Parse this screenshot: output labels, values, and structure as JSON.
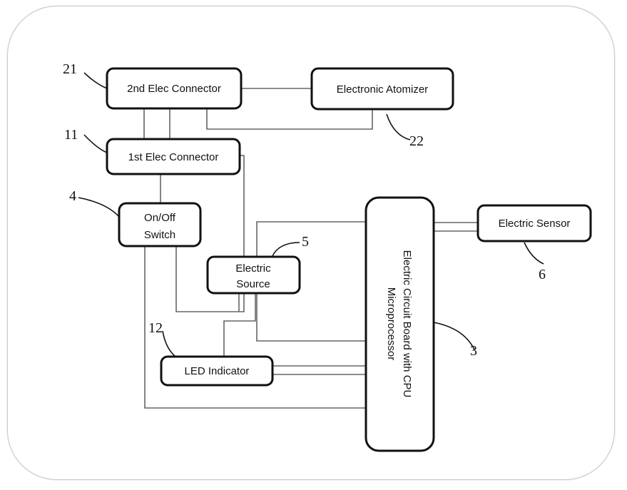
{
  "components": {
    "second_connector": {
      "label": "2nd Elec Connector",
      "ref": "21"
    },
    "electronic_atomizer": {
      "label": "Electronic Atomizer",
      "ref": "22"
    },
    "first_connector": {
      "label": "1st Elec Connector",
      "ref": "11"
    },
    "on_off_switch": {
      "label_line1": "On/Off",
      "label_line2": "Switch",
      "ref": "4"
    },
    "electric_source": {
      "label_line1": "Electric",
      "label_line2": "Source",
      "ref": "5"
    },
    "electric_sensor": {
      "label": "Electric Sensor",
      "ref": "6"
    },
    "circuit_board": {
      "label_line1": "Electric Circuit Board with CPU",
      "label_line2": "Microprocessor",
      "ref": "3"
    },
    "led_indicator": {
      "label": "LED Indicator",
      "ref": "12"
    }
  }
}
